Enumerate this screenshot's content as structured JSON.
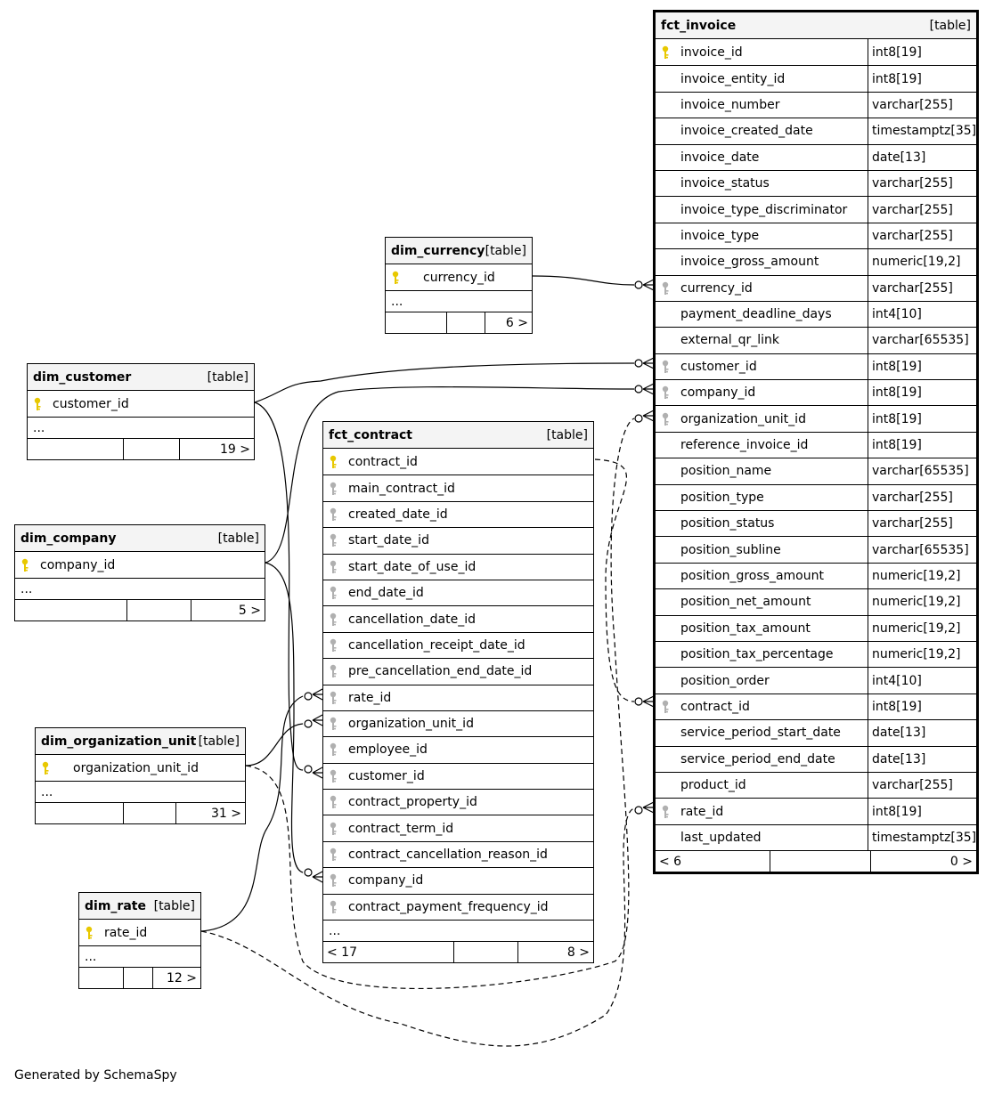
{
  "generated_by": "Generated by SchemaSpy",
  "table_tag": "[table]",
  "more_marker": "...",
  "fct_invoice": {
    "name": "fct_invoice",
    "columns": [
      {
        "name": "invoice_id",
        "type": "int8[19]",
        "key": "pk"
      },
      {
        "name": "invoice_entity_id",
        "type": "int8[19]",
        "key": ""
      },
      {
        "name": "invoice_number",
        "type": "varchar[255]",
        "key": ""
      },
      {
        "name": "invoice_created_date",
        "type": "timestamptz[35]",
        "key": ""
      },
      {
        "name": "invoice_date",
        "type": "date[13]",
        "key": ""
      },
      {
        "name": "invoice_status",
        "type": "varchar[255]",
        "key": ""
      },
      {
        "name": "invoice_type_discriminator",
        "type": "varchar[255]",
        "key": ""
      },
      {
        "name": "invoice_type",
        "type": "varchar[255]",
        "key": ""
      },
      {
        "name": "invoice_gross_amount",
        "type": "numeric[19,2]",
        "key": ""
      },
      {
        "name": "currency_id",
        "type": "varchar[255]",
        "key": "fk"
      },
      {
        "name": "payment_deadline_days",
        "type": "int4[10]",
        "key": ""
      },
      {
        "name": "external_qr_link",
        "type": "varchar[65535]",
        "key": ""
      },
      {
        "name": "customer_id",
        "type": "int8[19]",
        "key": "fk"
      },
      {
        "name": "company_id",
        "type": "int8[19]",
        "key": "fk"
      },
      {
        "name": "organization_unit_id",
        "type": "int8[19]",
        "key": "fk"
      },
      {
        "name": "reference_invoice_id",
        "type": "int8[19]",
        "key": ""
      },
      {
        "name": "position_name",
        "type": "varchar[65535]",
        "key": ""
      },
      {
        "name": "position_type",
        "type": "varchar[255]",
        "key": ""
      },
      {
        "name": "position_status",
        "type": "varchar[255]",
        "key": ""
      },
      {
        "name": "position_subline",
        "type": "varchar[65535]",
        "key": ""
      },
      {
        "name": "position_gross_amount",
        "type": "numeric[19,2]",
        "key": ""
      },
      {
        "name": "position_net_amount",
        "type": "numeric[19,2]",
        "key": ""
      },
      {
        "name": "position_tax_amount",
        "type": "numeric[19,2]",
        "key": ""
      },
      {
        "name": "position_tax_percentage",
        "type": "numeric[19,2]",
        "key": ""
      },
      {
        "name": "position_order",
        "type": "int4[10]",
        "key": ""
      },
      {
        "name": "contract_id",
        "type": "int8[19]",
        "key": "fk"
      },
      {
        "name": "service_period_start_date",
        "type": "date[13]",
        "key": ""
      },
      {
        "name": "service_period_end_date",
        "type": "date[13]",
        "key": ""
      },
      {
        "name": "product_id",
        "type": "varchar[255]",
        "key": ""
      },
      {
        "name": "rate_id",
        "type": "int8[19]",
        "key": "fk"
      },
      {
        "name": "last_updated",
        "type": "timestamptz[35]",
        "key": ""
      }
    ],
    "foot_left": "< 6",
    "foot_mid": "",
    "foot_right": "0 >"
  },
  "fct_contract": {
    "name": "fct_contract",
    "columns": [
      {
        "name": "contract_id",
        "key": "pk"
      },
      {
        "name": "main_contract_id",
        "key": "fk"
      },
      {
        "name": "created_date_id",
        "key": "fk"
      },
      {
        "name": "start_date_id",
        "key": "fk"
      },
      {
        "name": "start_date_of_use_id",
        "key": "fk"
      },
      {
        "name": "end_date_id",
        "key": "fk"
      },
      {
        "name": "cancellation_date_id",
        "key": "fk"
      },
      {
        "name": "cancellation_receipt_date_id",
        "key": "fk"
      },
      {
        "name": "pre_cancellation_end_date_id",
        "key": "fk"
      },
      {
        "name": "rate_id",
        "key": "fk"
      },
      {
        "name": "organization_unit_id",
        "key": "fk"
      },
      {
        "name": "employee_id",
        "key": "fk"
      },
      {
        "name": "customer_id",
        "key": "fk"
      },
      {
        "name": "contract_property_id",
        "key": "fk"
      },
      {
        "name": "contract_term_id",
        "key": "fk"
      },
      {
        "name": "contract_cancellation_reason_id",
        "key": "fk"
      },
      {
        "name": "company_id",
        "key": "fk"
      },
      {
        "name": "contract_payment_frequency_id",
        "key": "fk"
      }
    ],
    "foot_left": "< 17",
    "foot_mid": "",
    "foot_right": "8 >"
  },
  "dim_currency": {
    "name": "dim_currency",
    "columns": [
      {
        "name": "currency_id",
        "key": "pk"
      }
    ],
    "foot_left": "",
    "foot_mid": "",
    "foot_right": "6 >"
  },
  "dim_customer": {
    "name": "dim_customer",
    "columns": [
      {
        "name": "customer_id",
        "key": "pk"
      }
    ],
    "foot_left": "",
    "foot_mid": "",
    "foot_right": "19 >"
  },
  "dim_company": {
    "name": "dim_company",
    "columns": [
      {
        "name": "company_id",
        "key": "pk"
      }
    ],
    "foot_left": "",
    "foot_mid": "",
    "foot_right": "5 >"
  },
  "dim_organization_unit": {
    "name": "dim_organization_unit",
    "columns": [
      {
        "name": "organization_unit_id",
        "key": "pk"
      }
    ],
    "foot_left": "",
    "foot_mid": "",
    "foot_right": "31 >"
  },
  "dim_rate": {
    "name": "dim_rate",
    "columns": [
      {
        "name": "rate_id",
        "key": "pk"
      }
    ],
    "foot_left": "",
    "foot_mid": "",
    "foot_right": "12 >"
  },
  "colors": {
    "pk_key": "#e8c800",
    "fk_key": "#b0b0b0",
    "header_bg": "#f4f4f4",
    "line": "#000000"
  },
  "relationships": [
    {
      "from": "dim_currency.currency_id",
      "to": "fct_invoice.currency_id",
      "style": "solid"
    },
    {
      "from": "dim_customer.customer_id",
      "to": "fct_invoice.customer_id",
      "style": "solid"
    },
    {
      "from": "dim_company.company_id",
      "to": "fct_invoice.company_id",
      "style": "solid"
    },
    {
      "from": "dim_organization_unit.organization_unit_id",
      "to": "fct_invoice.organization_unit_id",
      "style": "dashed"
    },
    {
      "from": "fct_contract.contract_id",
      "to": "fct_invoice.contract_id",
      "style": "dashed"
    },
    {
      "from": "dim_rate.rate_id",
      "to": "fct_invoice.rate_id",
      "style": "dashed"
    },
    {
      "from": "dim_rate.rate_id",
      "to": "fct_contract.rate_id",
      "style": "solid"
    },
    {
      "from": "dim_organization_unit.organization_unit_id",
      "to": "fct_contract.organization_unit_id",
      "style": "solid"
    },
    {
      "from": "dim_customer.customer_id",
      "to": "fct_contract.customer_id",
      "style": "solid"
    },
    {
      "from": "dim_company.company_id",
      "to": "fct_contract.company_id",
      "style": "solid"
    }
  ]
}
